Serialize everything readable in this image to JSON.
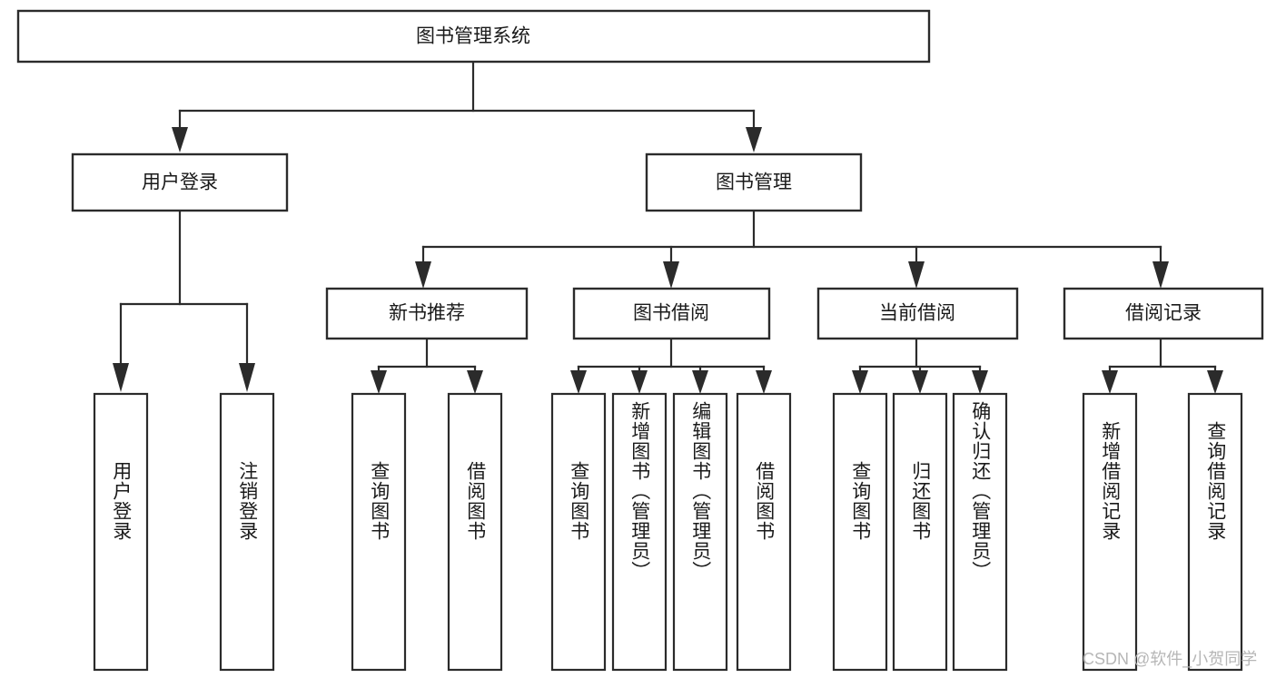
{
  "diagram": {
    "title": "图书管理系统",
    "type": "hierarchy-tree",
    "root": {
      "label": "图书管理系统",
      "children": [
        {
          "label": "用户登录",
          "children": [
            {
              "label": "用户登录"
            },
            {
              "label": "注销登录"
            }
          ]
        },
        {
          "label": "图书管理",
          "children": [
            {
              "label": "新书推荐",
              "children": [
                {
                  "label": "查询图书"
                },
                {
                  "label": "借阅图书"
                }
              ]
            },
            {
              "label": "图书借阅",
              "children": [
                {
                  "label": "查询图书"
                },
                {
                  "label": "新增图书（管理员）"
                },
                {
                  "label": "编辑图书（管理员）"
                },
                {
                  "label": "借阅图书"
                }
              ]
            },
            {
              "label": "当前借阅",
              "children": [
                {
                  "label": "查询图书"
                },
                {
                  "label": "归还图书"
                },
                {
                  "label": "确认归还（管理员）"
                }
              ]
            },
            {
              "label": "借阅记录",
              "children": [
                {
                  "label": "新增借阅记录"
                },
                {
                  "label": "查询借阅记录"
                }
              ]
            }
          ]
        }
      ]
    }
  },
  "labels": {
    "root": "图书管理系统",
    "l2_user_login": "用户登录",
    "l2_book_manage": "图书管理",
    "l3_new_book": "新书推荐",
    "l3_borrow": "图书借阅",
    "l3_current": "当前借阅",
    "l3_record": "借阅记录",
    "leaf_user_login": "用户登录",
    "leaf_logout": "注销登录",
    "leaf_nb_query": "查询图书",
    "leaf_nb_borrow": "借阅图书",
    "leaf_bb_query": "查询图书",
    "leaf_bb_add": "新增图书（管理员）",
    "leaf_bb_edit": "编辑图书（管理员）",
    "leaf_bb_borrow": "借阅图书",
    "leaf_cb_query": "查询图书",
    "leaf_cb_return": "归还图书",
    "leaf_cb_confirm": "确认归还（管理员）",
    "leaf_br_add": "新增借阅记录",
    "leaf_br_query": "查询借阅记录"
  },
  "watermark": {
    "text": "CSDN @软件_小贺同学"
  },
  "colors": {
    "stroke": "#2b2b2b",
    "box_fill": "#ffffff",
    "text": "#1a1a1a",
    "watermark": "#b6b6b6",
    "background": "#ffffff"
  }
}
